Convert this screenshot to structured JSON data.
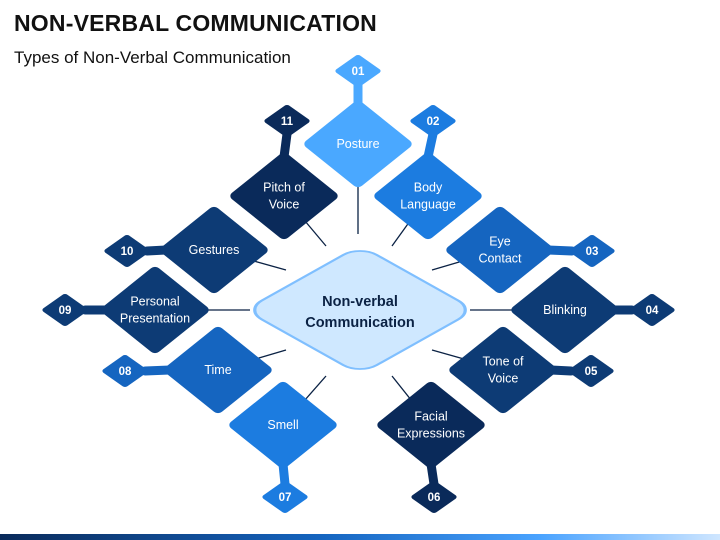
{
  "header": {
    "title": "NON-VERBAL COMMUNICATION",
    "subtitle": "Types of Non-Verbal Communication"
  },
  "center": {
    "label_line1": "Non-verbal",
    "label_line2": "Communication",
    "fill": "#cfe8ff",
    "stroke": "#7fbfff"
  },
  "colors": {
    "light_blue": "#4aa8ff",
    "medium_blue": "#1c7ce0",
    "blue": "#1565c0",
    "navy": "#0d3b75",
    "dark_navy": "#0a2a5a",
    "connector": "#0b2244"
  },
  "items": [
    {
      "num": "01",
      "lines": [
        "Posture"
      ],
      "color": "light_blue"
    },
    {
      "num": "02",
      "lines": [
        "Body",
        "Language"
      ],
      "color": "medium_blue"
    },
    {
      "num": "03",
      "lines": [
        "Eye",
        "Contact"
      ],
      "color": "blue"
    },
    {
      "num": "04",
      "lines": [
        "Blinking"
      ],
      "color": "navy"
    },
    {
      "num": "05",
      "lines": [
        "Tone of",
        "Voice"
      ],
      "color": "navy"
    },
    {
      "num": "06",
      "lines": [
        "Facial",
        "Expressions"
      ],
      "color": "dark_navy"
    },
    {
      "num": "07",
      "lines": [
        "Smell"
      ],
      "color": "medium_blue"
    },
    {
      "num": "08",
      "lines": [
        "Time"
      ],
      "color": "blue"
    },
    {
      "num": "09",
      "lines": [
        "Personal",
        "Presentation"
      ],
      "color": "navy"
    },
    {
      "num": "10",
      "lines": [
        "Gestures"
      ],
      "color": "navy"
    },
    {
      "num": "11",
      "lines": [
        "Pitch of",
        "Voice"
      ],
      "color": "dark_navy"
    }
  ]
}
